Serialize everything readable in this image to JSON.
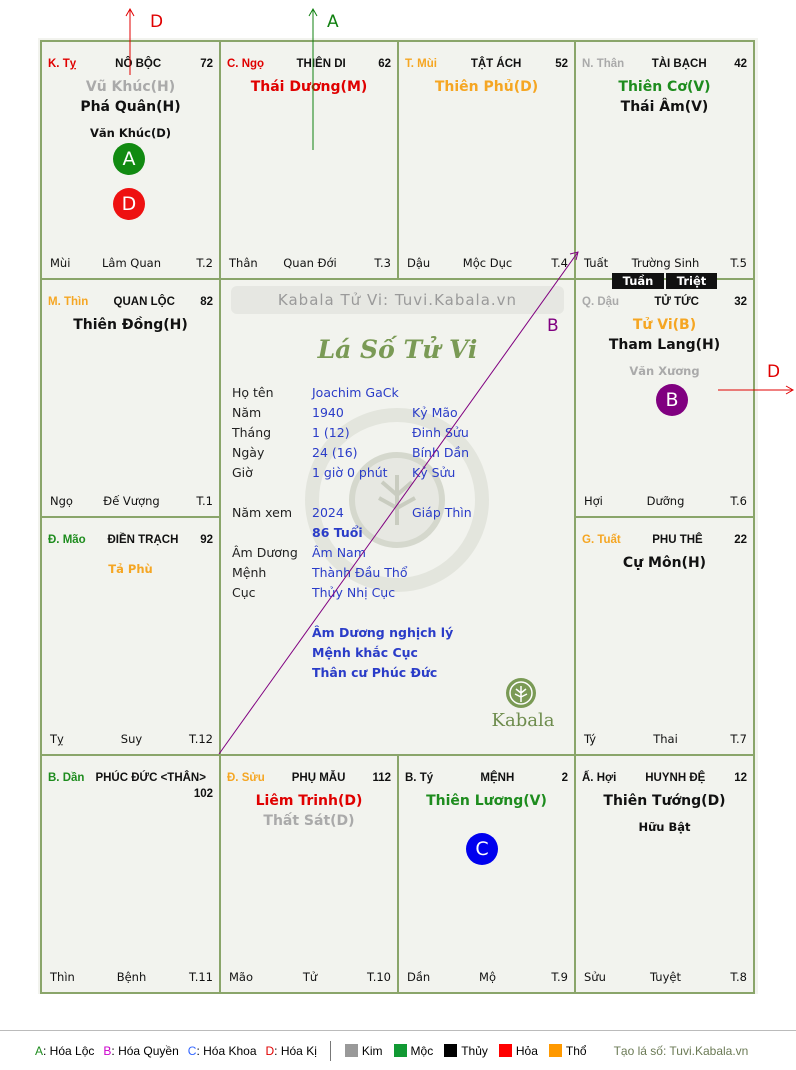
{
  "palaces": [
    {
      "row": 0,
      "col": 0,
      "branch": "K. Tỵ",
      "branch_color": "#e00000",
      "name": "NÔ BỘC",
      "number": "72",
      "stars": [
        {
          "text": "Vũ Khúc(H)",
          "color": "#aaaaaa"
        },
        {
          "text": "Phá Quân(H)",
          "color": "#111111"
        }
      ],
      "minor": [
        {
          "text": "Văn Khúc(D)",
          "color": "#111111"
        }
      ],
      "bottom": [
        "Mùi",
        "Lâm Quan",
        "T.2"
      ]
    },
    {
      "row": 0,
      "col": 1,
      "branch": "C. Ngọ",
      "branch_color": "#e00000",
      "name": "THIÊN DI",
      "number": "62",
      "stars": [
        {
          "text": "Thái Dương(M)",
          "color": "#e00000"
        }
      ],
      "minor": [],
      "bottom": [
        "Thân",
        "Quan Đới",
        "T.3"
      ]
    },
    {
      "row": 0,
      "col": 2,
      "branch": "T. Mùi",
      "branch_color": "#f5a623",
      "name": "TẬT ÁCH",
      "number": "52",
      "stars": [
        {
          "text": "Thiên Phủ(D)",
          "color": "#f5a623"
        }
      ],
      "minor": [],
      "bottom": [
        "Dậu",
        "Mộc Dục",
        "T.4"
      ]
    },
    {
      "row": 0,
      "col": 3,
      "branch": "N. Thân",
      "branch_color": "#aaaaaa",
      "name": "TÀI BẠCH",
      "number": "42",
      "stars": [
        {
          "text": "Thiên Cơ(V)",
          "color": "#1e8c1e"
        },
        {
          "text": "Thái Âm(V)",
          "color": "#111111"
        }
      ],
      "minor": [],
      "bottom": [
        "Tuất",
        "Trường Sinh",
        "T.5"
      ]
    },
    {
      "row": 1,
      "col": 3,
      "branch": "Q. Dậu",
      "branch_color": "#aaaaaa",
      "name": "TỬ TỨC",
      "number": "32",
      "stars": [
        {
          "text": "Tử Vi(B)",
          "color": "#f5a623"
        },
        {
          "text": "Tham Lang(H)",
          "color": "#111111"
        }
      ],
      "minor": [
        {
          "text": "Văn Xương",
          "color": "#aaaaaa"
        }
      ],
      "bottom": [
        "Hợi",
        "Dưỡng",
        "T.6"
      ]
    },
    {
      "row": 2,
      "col": 3,
      "branch": "G. Tuất",
      "branch_color": "#f5a623",
      "name": "PHU THÊ",
      "number": "22",
      "stars": [
        {
          "text": "Cự Môn(H)",
          "color": "#111111"
        }
      ],
      "minor": [],
      "bottom": [
        "Tý",
        "Thai",
        "T.7"
      ]
    },
    {
      "row": 3,
      "col": 3,
      "branch": "Ấ. Hợi",
      "branch_color": "#111111",
      "name": "HUYNH ĐỆ",
      "number": "12",
      "stars": [
        {
          "text": "Thiên Tướng(D)",
          "color": "#111111"
        }
      ],
      "minor": [
        {
          "text": "Hữu Bật",
          "color": "#111111"
        }
      ],
      "bottom": [
        "Sửu",
        "Tuyệt",
        "T.8"
      ]
    },
    {
      "row": 3,
      "col": 2,
      "branch": "B. Tý",
      "branch_color": "#111111",
      "name": "MỆNH",
      "number": "2",
      "stars": [
        {
          "text": "Thiên Lương(V)",
          "color": "#1e8c1e"
        }
      ],
      "minor": [],
      "bottom": [
        "Dần",
        "Mộ",
        "T.9"
      ]
    },
    {
      "row": 3,
      "col": 1,
      "branch": "Đ. Sửu",
      "branch_color": "#f5a623",
      "name": "PHỤ MẪU",
      "number": "112",
      "stars": [
        {
          "text": "Liêm Trinh(D)",
          "color": "#e00000"
        },
        {
          "text": "Thất Sát(D)",
          "color": "#aaaaaa"
        }
      ],
      "minor": [],
      "bottom": [
        "Mão",
        "Tử",
        "T.10"
      ]
    },
    {
      "row": 3,
      "col": 0,
      "branch": "B. Dần",
      "branch_color": "#1e8c1e",
      "name": "PHÚC ĐỨC <THÂN>",
      "number": "102",
      "stars": [],
      "minor": [],
      "bottom": [
        "Thìn",
        "Bệnh",
        "T.11"
      ]
    },
    {
      "row": 2,
      "col": 0,
      "branch": "Đ. Mão",
      "branch_color": "#1e8c1e",
      "name": "ĐIỀN TRẠCH",
      "number": "92",
      "stars": [],
      "minor": [
        {
          "text": "Tả Phù",
          "color": "#f5a623"
        }
      ],
      "bottom": [
        "Tỵ",
        "Suy",
        "T.12"
      ]
    },
    {
      "row": 1,
      "col": 0,
      "branch": "M. Thìn",
      "branch_color": "#f5a623",
      "name": "QUAN LỘC",
      "number": "82",
      "stars": [
        {
          "text": "Thiên Đồng(H)",
          "color": "#111111"
        }
      ],
      "minor": [],
      "bottom": [
        "Ngọ",
        "Đế Vượng",
        "T.1"
      ]
    }
  ],
  "badges": [
    {
      "letter": "A",
      "color": "#118a11",
      "palace": "NÔ BỘC"
    },
    {
      "letter": "D",
      "color": "#ee1111",
      "palace": "NÔ BỘC"
    },
    {
      "letter": "B",
      "color": "#800080",
      "palace": "TỬ TỨC"
    },
    {
      "letter": "C",
      "color": "#0000ee",
      "palace": "MỆNH"
    }
  ],
  "tags": {
    "tuan": "Tuần",
    "triet": "Triệt"
  },
  "arrows": {
    "a": "A",
    "b": "B",
    "d_top": "D",
    "d_right": "D"
  },
  "center": {
    "watermark": "Kabala Tử Vi: Tuvi.Kabala.vn",
    "title": "Lá Số Tử Vi",
    "brand": "Kabala",
    "rows": [
      {
        "k": "Họ tên",
        "v": "Joachim GaCk",
        "x": ""
      },
      {
        "k": "Năm",
        "v": "1940",
        "x": "Kỷ Mão"
      },
      {
        "k": "Tháng",
        "v": "1  (12)",
        "x": "Đinh Sửu"
      },
      {
        "k": "Ngày",
        "v": "24  (16)",
        "x": "Bính Dần"
      },
      {
        "k": "Giờ",
        "v": "1 giờ 0 phút",
        "x": "Kỷ Sửu"
      },
      {
        "k": "Năm xem",
        "v": "2024",
        "x": "Giáp Thìn"
      },
      {
        "k": "",
        "v": "86 Tuổi",
        "x": "",
        "bold": true
      },
      {
        "k": "Âm Dương",
        "v": "Âm Nam",
        "x": ""
      },
      {
        "k": "Mệnh",
        "v": "Thành Đầu Thổ",
        "x": ""
      },
      {
        "k": "Cục",
        "v": "Thủy Nhị Cục",
        "x": ""
      }
    ],
    "notes": [
      "Âm Dương nghịch lý",
      "Mệnh khắc Cục",
      "Thân cư Phúc Đức"
    ]
  },
  "legend": {
    "hoa": [
      {
        "l": "A",
        "t": ": Hóa Lộc",
        "c": "#1e8c1e"
      },
      {
        "l": "B",
        "t": ": Hóa Quyền",
        "c": "#cc00cc"
      },
      {
        "l": "C",
        "t": ": Hóa Khoa",
        "c": "#3366ff"
      },
      {
        "l": "D",
        "t": ": Hóa Kị",
        "c": "#e00000"
      }
    ],
    "elements": [
      {
        "t": "Kim",
        "c": "#999999"
      },
      {
        "t": "Mộc",
        "c": "#119933"
      },
      {
        "t": "Thủy",
        "c": "#000000"
      },
      {
        "t": "Hỏa",
        "c": "#ff0000"
      },
      {
        "t": "Thổ",
        "c": "#ff9900"
      }
    ],
    "credit": "Tạo lá số: Tuvi.Kabala.vn"
  }
}
